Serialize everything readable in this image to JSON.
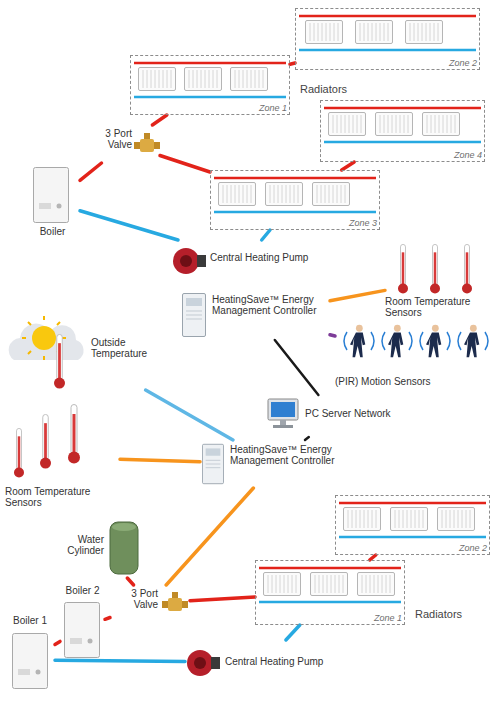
{
  "diagram": {
    "nodes": [
      {
        "text": [
          "Radiators"
        ]
      },
      {
        "text": [
          "Zone 1"
        ],
        "in": 0
      },
      {
        "text": [
          "Zone 2"
        ],
        "in": 0
      },
      {
        "text": [
          "Zone 3"
        ],
        "in": 0
      },
      {
        "text": [
          "Zone 4"
        ],
        "in": 0
      },
      {
        "text": [
          "3 Port Valve"
        ]
      },
      {
        "text": [
          "Boiler"
        ]
      },
      {
        "text": [
          "Central Heating Pump"
        ]
      },
      {
        "text": [
          "Room Temperature Sensors"
        ]
      },
      {
        "text": [
          "HeatingSave™ Energy Management Controller"
        ]
      },
      {
        "text": [
          "Outside Temperature"
        ]
      },
      {
        "text": [
          "(PIR) Motion Sensors"
        ]
      },
      {
        "text": [
          "PC Server Network"
        ]
      },
      {
        "text": [
          "Room Temperature Sensors"
        ]
      },
      {
        "text": [
          "Water Cylinder"
        ]
      },
      {
        "text": [
          "HeatingSave™ Energy Management Controller"
        ]
      },
      {
        "text": [
          "3 Port Valve"
        ]
      },
      {
        "text": [
          "Boiler 1"
        ]
      },
      {
        "text": [
          "Boiler 2"
        ]
      },
      {
        "text": [
          "Radiators"
        ]
      },
      {
        "text": [
          "Zone 1"
        ],
        "in": 19
      },
      {
        "text": [
          "Zone 2"
        ],
        "in": 19
      },
      {
        "text": [
          "Central Heating Pump"
        ]
      }
    ],
    "edges": [
      {
        "from": 6,
        "to": 5,
        "arrow": "none"
      },
      {
        "from": 5,
        "to": 1,
        "arrow": "none"
      },
      {
        "from": 5,
        "to": 3,
        "arrow": "none"
      },
      {
        "from": 1,
        "to": 2,
        "arrow": "none"
      },
      {
        "from": 3,
        "to": 4,
        "arrow": "none"
      },
      {
        "from": 3,
        "to": 7,
        "arrow": "none"
      },
      {
        "from": 7,
        "to": 6,
        "arrow": "none"
      },
      {
        "from": 9,
        "to": 8,
        "arrow": "none"
      },
      {
        "from": 9,
        "to": 11,
        "arrow": "none"
      },
      {
        "from": 9,
        "to": 12,
        "arrow": "none"
      },
      {
        "from": 10,
        "to": 15,
        "arrow": "none"
      },
      {
        "from": 12,
        "to": 15,
        "arrow": "none"
      },
      {
        "from": 15,
        "to": 13,
        "arrow": "none"
      },
      {
        "from": 15,
        "to": 16,
        "arrow": "none"
      },
      {
        "from": 18,
        "to": 16,
        "arrow": "none"
      },
      {
        "from": 16,
        "to": 14,
        "arrow": "none"
      },
      {
        "from": 16,
        "to": 20,
        "arrow": "none"
      },
      {
        "from": 20,
        "to": 21,
        "arrow": "none"
      },
      {
        "from": 20,
        "to": 22,
        "arrow": "none"
      },
      {
        "from": 22,
        "to": 17,
        "arrow": "none"
      },
      {
        "from": 17,
        "to": 18,
        "arrow": "none"
      }
    ]
  }
}
